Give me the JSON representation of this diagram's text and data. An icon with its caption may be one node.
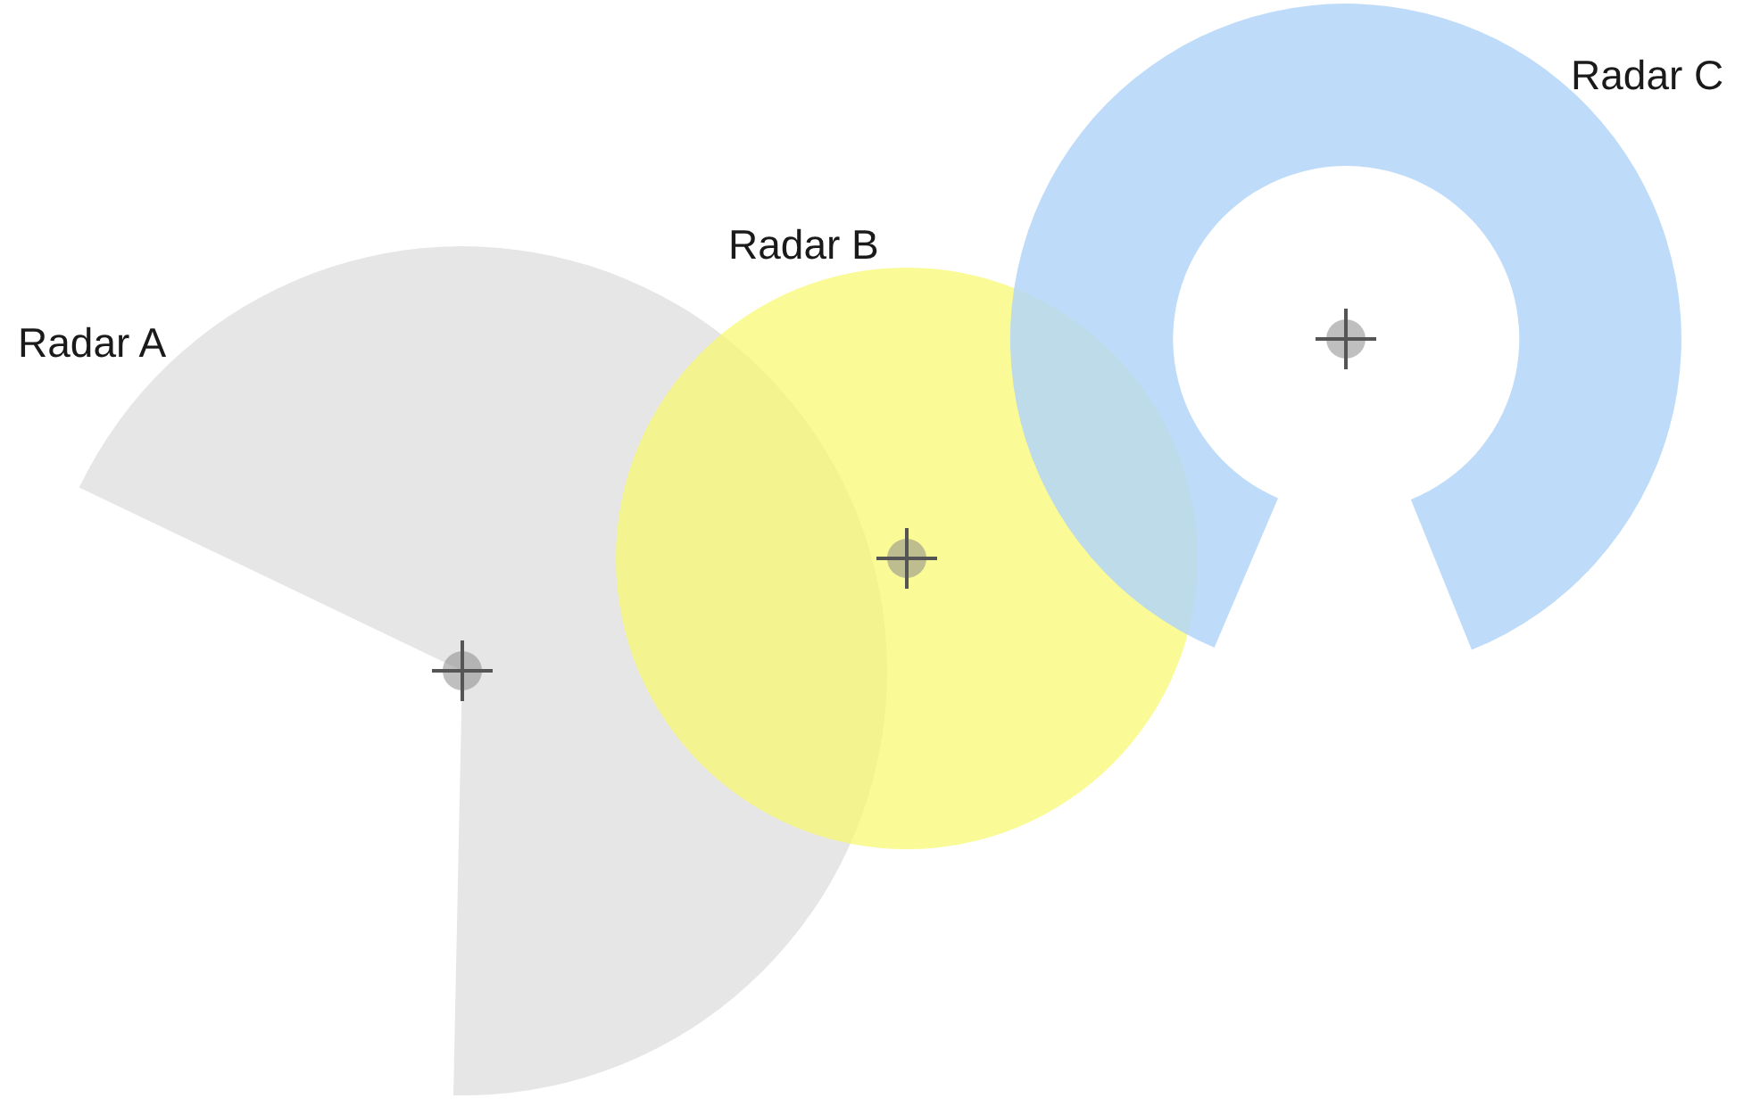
{
  "diagram": {
    "nodes": [
      {
        "text": [
          "Radar A"
        ]
      },
      {
        "text": [
          "Radar B"
        ]
      },
      {
        "text": [
          "Radar C"
        ]
      }
    ]
  }
}
